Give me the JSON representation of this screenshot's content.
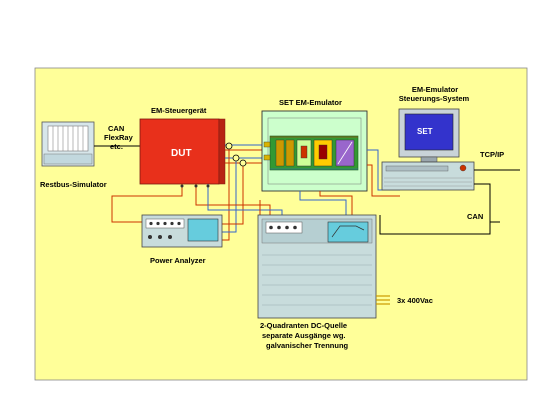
{
  "labels": {
    "em_steuergeraet": "EM-Steuergerät",
    "set_em_emulator": "SET EM-Emulator",
    "emulator_system_line1": "EM-Emulator",
    "emulator_system_line2": "Steuerungs-System",
    "can_line1": "CAN",
    "can_line2": "FlexRay",
    "can_line3": "etc.",
    "restbus_simulator": "Restbus-Simulator",
    "dut": "DUT",
    "set_screen": "SET",
    "tcpip": "TCP/IP",
    "can_right": "CAN",
    "power_analyzer": "Power Analyzer",
    "ac_input": "3x 400Vac",
    "dc_source_line1": "2-Quadranten DC-Quelle",
    "dc_source_line2": "separate Ausgänge wg.",
    "dc_source_line3": "galvanischer Trennung"
  },
  "colors": {
    "background": "#ffff99",
    "dut": "#e8301b",
    "emulator_frame": "#ccffcc",
    "emulator_inner": "#339933",
    "power_line": "#cc3300",
    "signal_line": "#3366cc",
    "ac_line": "#cc9900",
    "device_body": "#c8dcdc"
  }
}
